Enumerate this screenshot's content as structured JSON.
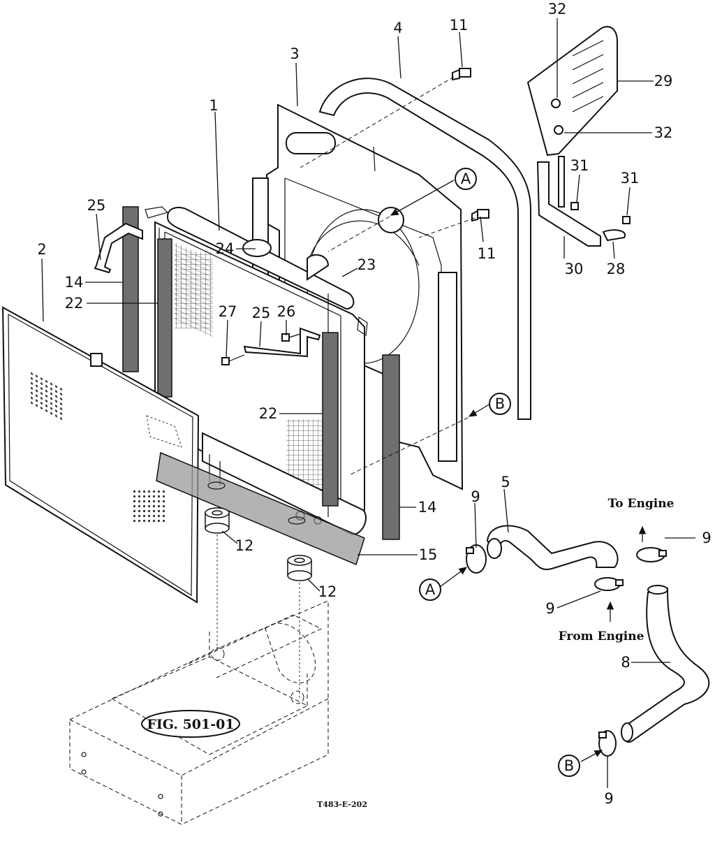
{
  "figure": {
    "title": "FIG. 501-01",
    "code": "T483-E-202"
  },
  "notes": {
    "to_engine": "To Engine",
    "from_engine": "From Engine"
  },
  "callouts": {
    "c1": "1",
    "c2": "2",
    "c3": "3",
    "c4": "4",
    "c5": "5",
    "c8": "8",
    "c9a": "9",
    "c9b": "9",
    "c9c": "9",
    "c9d": "9",
    "c11a": "11",
    "c11b": "11",
    "c12a": "12",
    "c12b": "12",
    "c14a": "14",
    "c14b": "14",
    "c15": "15",
    "c22a": "22",
    "c22b": "22",
    "c23": "23",
    "c24": "24",
    "c25a": "25",
    "c25b": "25",
    "c26": "26",
    "c27": "27",
    "c28": "28",
    "c29": "29",
    "c30": "30",
    "c31a": "31",
    "c31b": "31",
    "c32a": "32",
    "c32b": "32"
  },
  "refs": {
    "a1": "A",
    "a2": "A",
    "b1": "B",
    "b2": "B"
  }
}
